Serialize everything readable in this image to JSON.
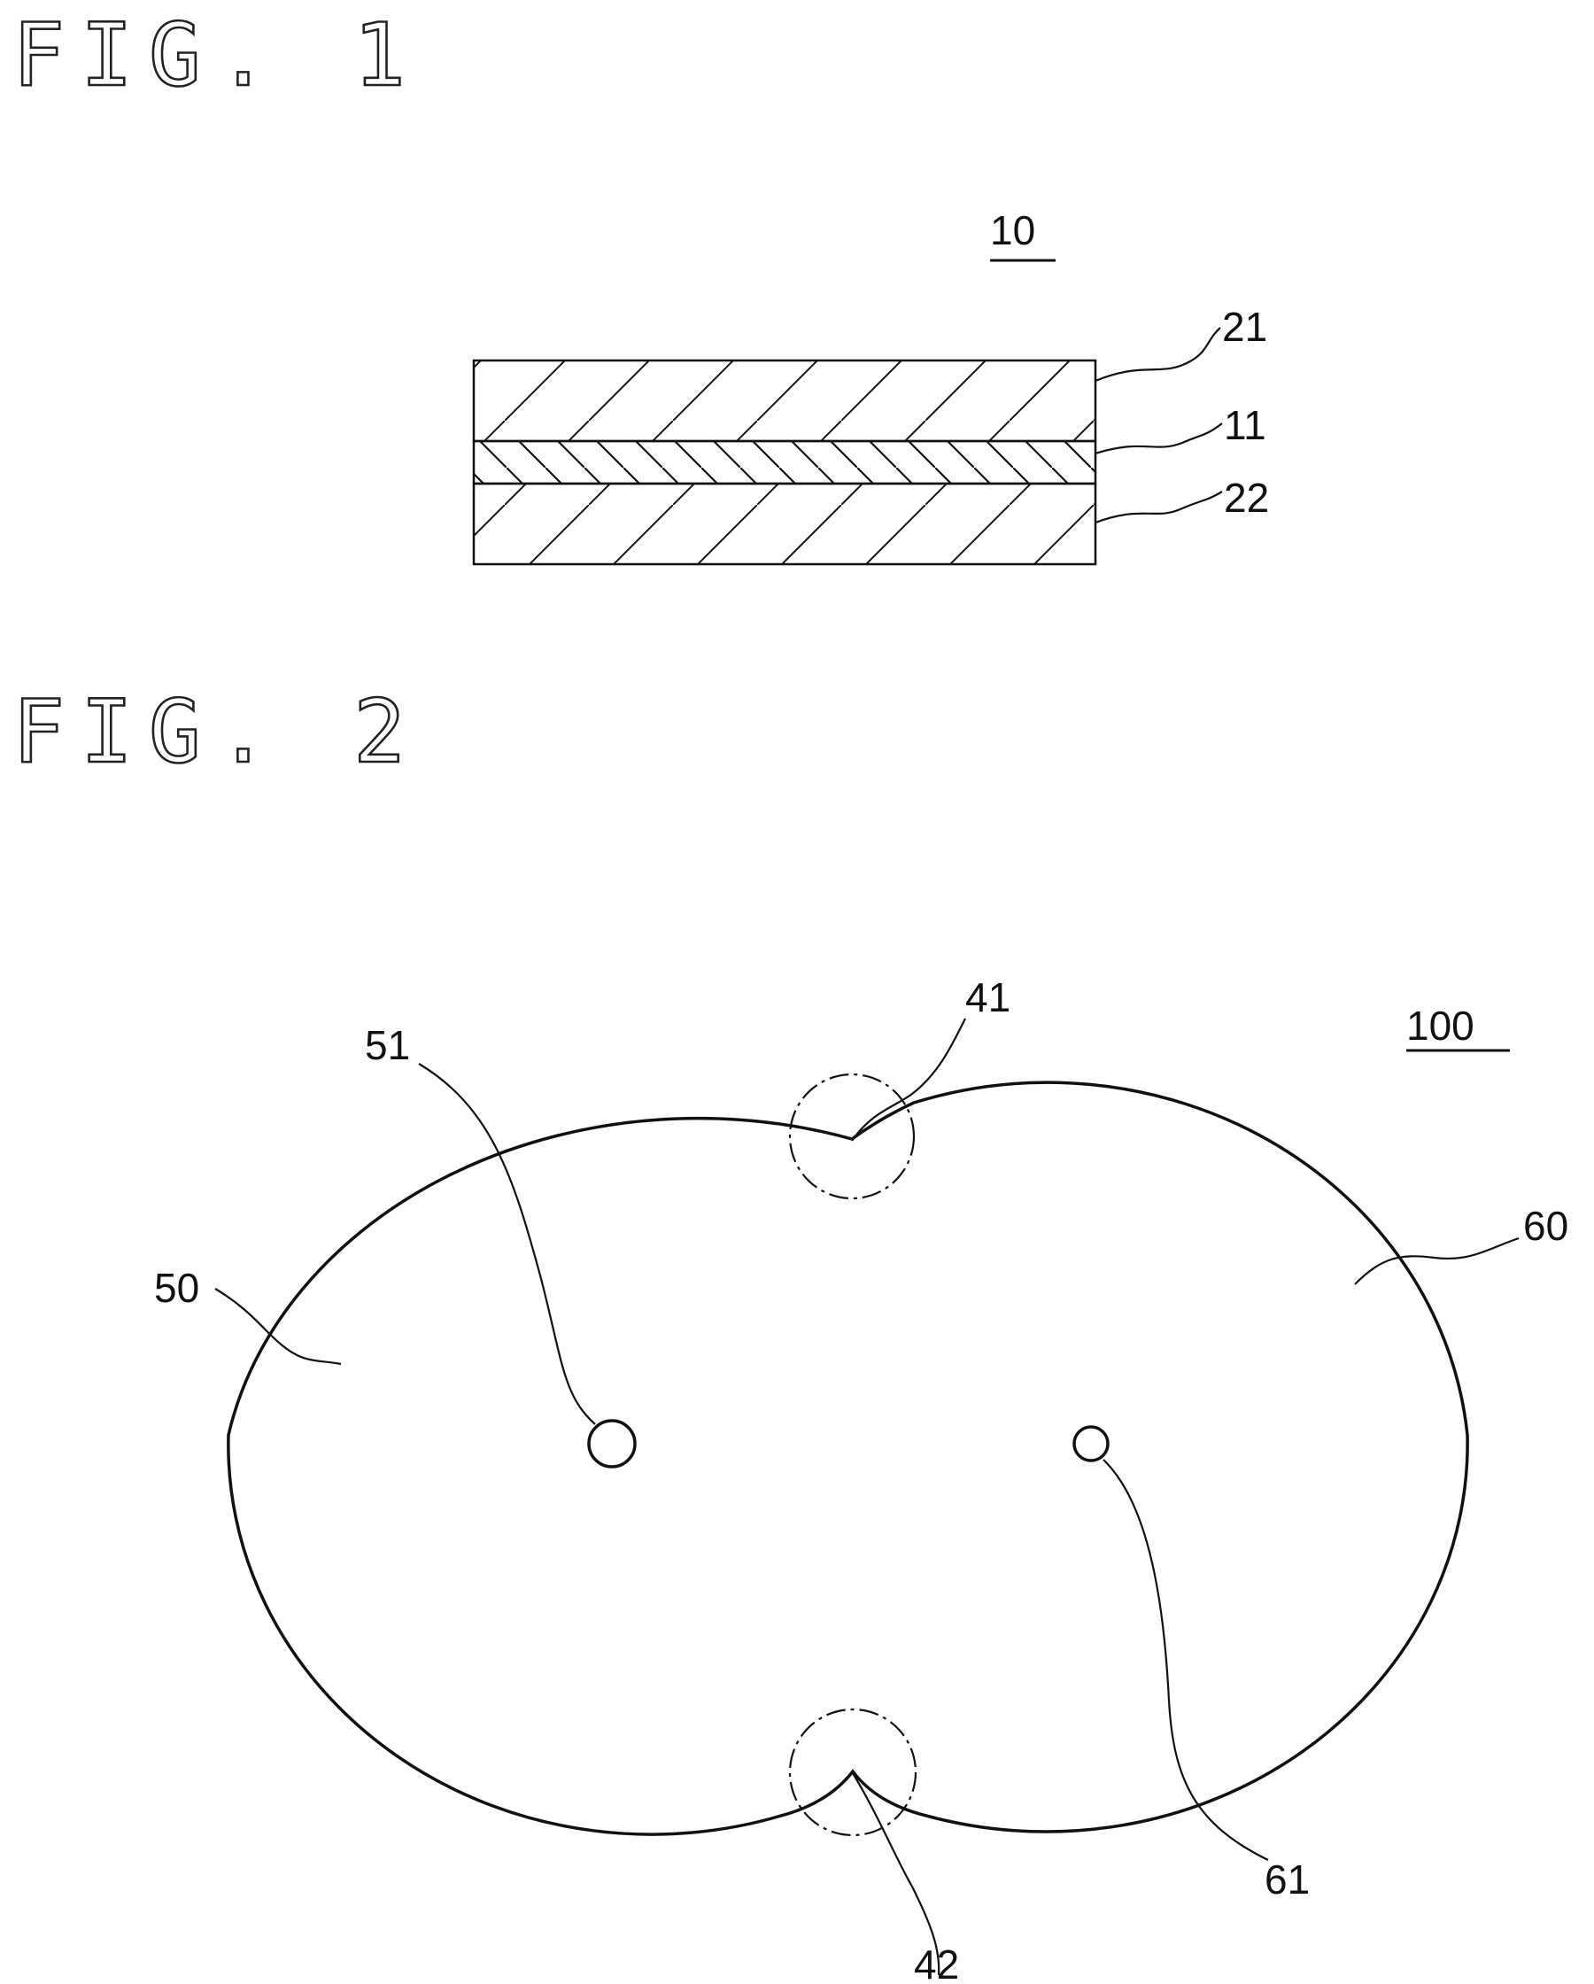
{
  "fig1": {
    "title": "FIG. 1",
    "assembly_label": "10",
    "labels": {
      "top_layer": "21",
      "middle_layer": "11",
      "bottom_layer": "22"
    }
  },
  "fig2": {
    "title": "FIG. 2",
    "assembly_label": "100",
    "labels": {
      "left_lobe": "50",
      "left_hole": "51",
      "right_lobe": "60",
      "right_hole": "61",
      "top_notch": "41",
      "bottom_notch": "42"
    }
  }
}
